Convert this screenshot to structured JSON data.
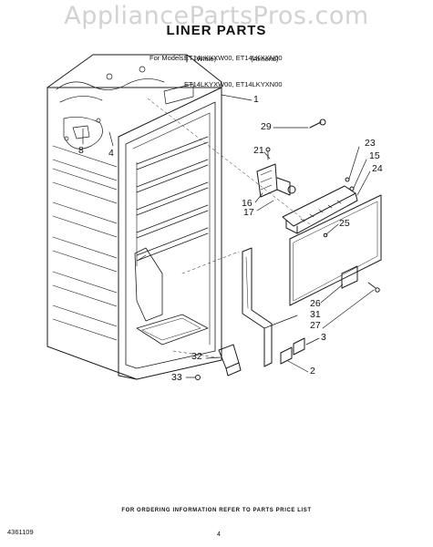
{
  "watermark": "AppliancePartsPros.com",
  "header": {
    "title": "LINER PARTS",
    "models_prefix": "For Models:",
    "models_line1": "ET14LKXXW00, ET14LKXXN00",
    "models_line2": "ET14LKYXW00, ET14LKYXN00",
    "variant_white": "(White)",
    "variant_almond": "(Almond)"
  },
  "callouts": [
    "1",
    "29",
    "21",
    "23",
    "15",
    "24",
    "16",
    "17",
    "25",
    "26",
    "31",
    "27",
    "3",
    "2",
    "32",
    "33",
    "8",
    "4"
  ],
  "footer": {
    "note": "FOR ORDERING INFORMATION REFER TO PARTS PRICE LIST",
    "doc_number": "4361109",
    "page": "4"
  }
}
